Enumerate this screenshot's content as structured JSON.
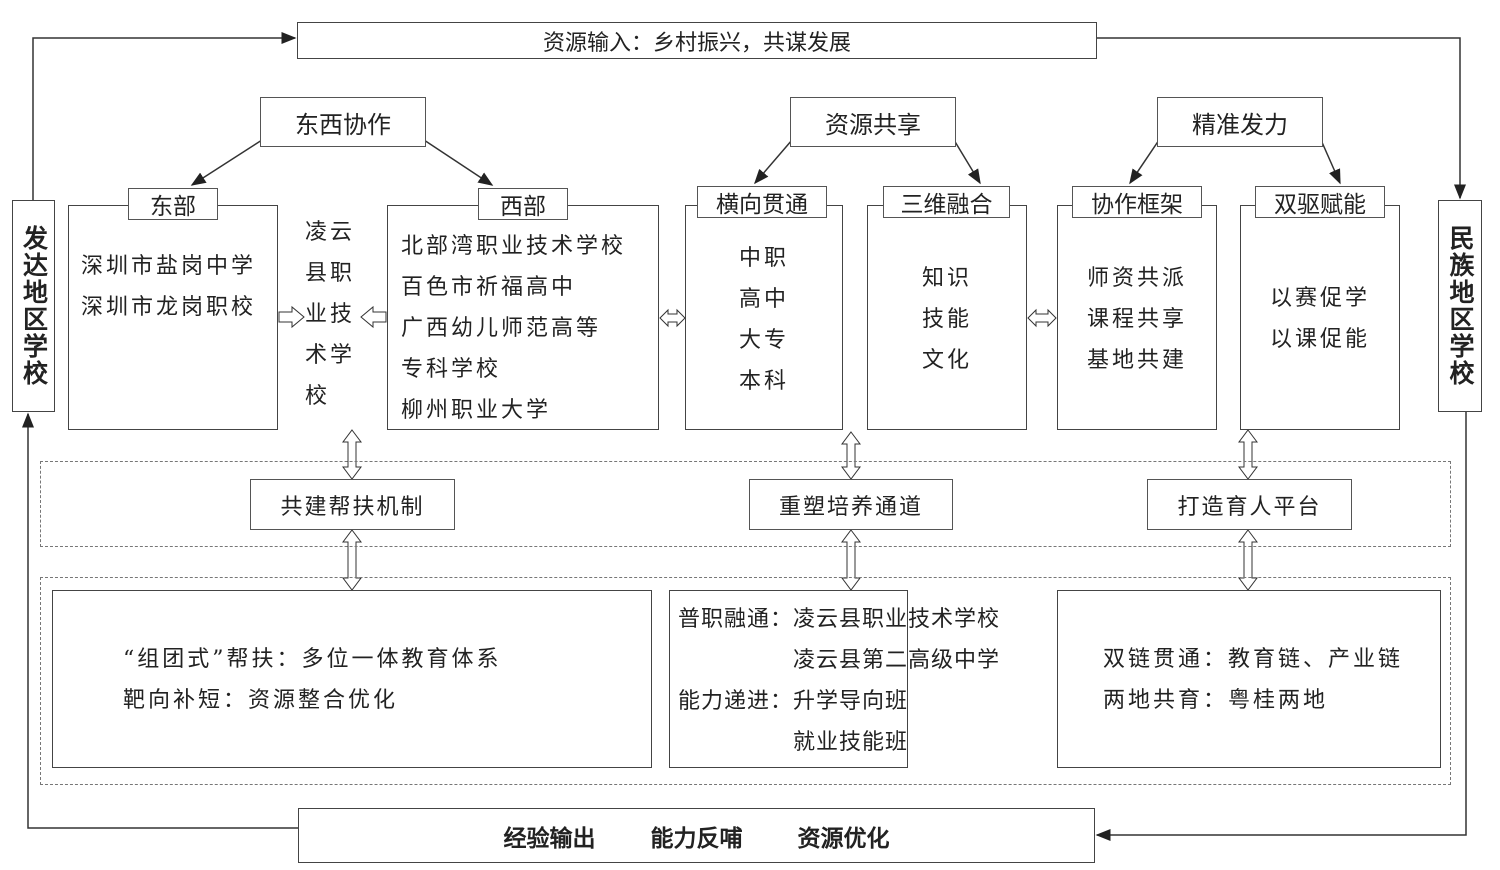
{
  "top_input": "资源输入：乡村振兴，共谋发展",
  "bottom_output": [
    "经验输出",
    "能力反哺",
    "资源优化"
  ],
  "left_school": "发达地区学校",
  "right_school": "民族地区学校",
  "headers": [
    "东西协作",
    "资源共享",
    "精准发力"
  ],
  "east": {
    "label": "东部",
    "items": [
      "深圳市盐岗中学",
      "深圳市龙岗职校"
    ]
  },
  "west": {
    "label": "西部",
    "items": [
      "北部湾职业技术学校",
      "百色市祈福高中",
      "广西幼儿师范高等",
      "专科学校",
      "柳州职业大学"
    ]
  },
  "center_school": [
    "凌云",
    "县职",
    "业技",
    "术学",
    "校"
  ],
  "horizontal": {
    "label": "横向贯通",
    "items": [
      "中职",
      "高中",
      "大专",
      "本科"
    ]
  },
  "three_d": {
    "label": "三维融合",
    "items": [
      "知识",
      "技能",
      "文化"
    ]
  },
  "framework": {
    "label": "协作框架",
    "items": [
      "师资共派",
      "课程共享",
      "基地共建"
    ]
  },
  "dual": {
    "label": "双驱赋能",
    "items": [
      "以赛促学",
      "以课促能"
    ]
  },
  "mechanisms": [
    "共建帮扶机制",
    "重塑培养通道",
    "打造育人平台"
  ],
  "bottom_boxes": [
    [
      "“组团式”帮扶：多位一体教育体系",
      "靶向补短：资源整合优化"
    ],
    [
      "普职融通：凌云县职业技术学校",
      "　　　　　凌云县第二高级中学",
      "能力递进：升学导向班",
      "　　　　　就业技能班"
    ],
    [
      "双链贯通：教育链、产业链",
      "两地共育：粤桂两地"
    ]
  ]
}
